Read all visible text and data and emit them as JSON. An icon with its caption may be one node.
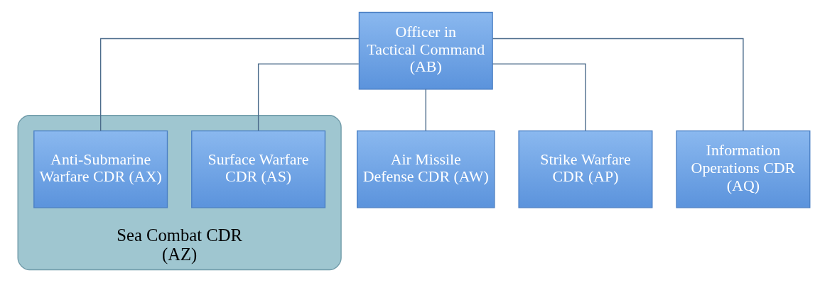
{
  "diagram": {
    "nodes": [
      {
        "text": [
          "Officer in Tactical Command (AB)"
        ]
      },
      {
        "text": [
          "Sea Combat CDR (AZ)"
        ]
      },
      {
        "text": [
          "Surface Warfare CDR (AS)"
        ],
        "in": 1
      },
      {
        "text": [
          "Anti-Submarine Warfare CDR (AX)"
        ],
        "in": 1
      },
      {
        "text": [
          "Air Missile Defense CDR (AW)"
        ]
      },
      {
        "text": [
          "Strike Warfare CDR (AP)"
        ]
      },
      {
        "text": [
          "Information Operations CDR (AQ)"
        ]
      }
    ],
    "edges": [
      {
        "from": 0,
        "to": 2,
        "arrow": "none"
      },
      {
        "from": 0,
        "to": 3,
        "arrow": "none"
      },
      {
        "from": 0,
        "to": 4,
        "arrow": "none"
      },
      {
        "from": 0,
        "to": 5,
        "arrow": "none"
      },
      {
        "from": 0,
        "to": 6,
        "arrow": "none"
      }
    ]
  }
}
